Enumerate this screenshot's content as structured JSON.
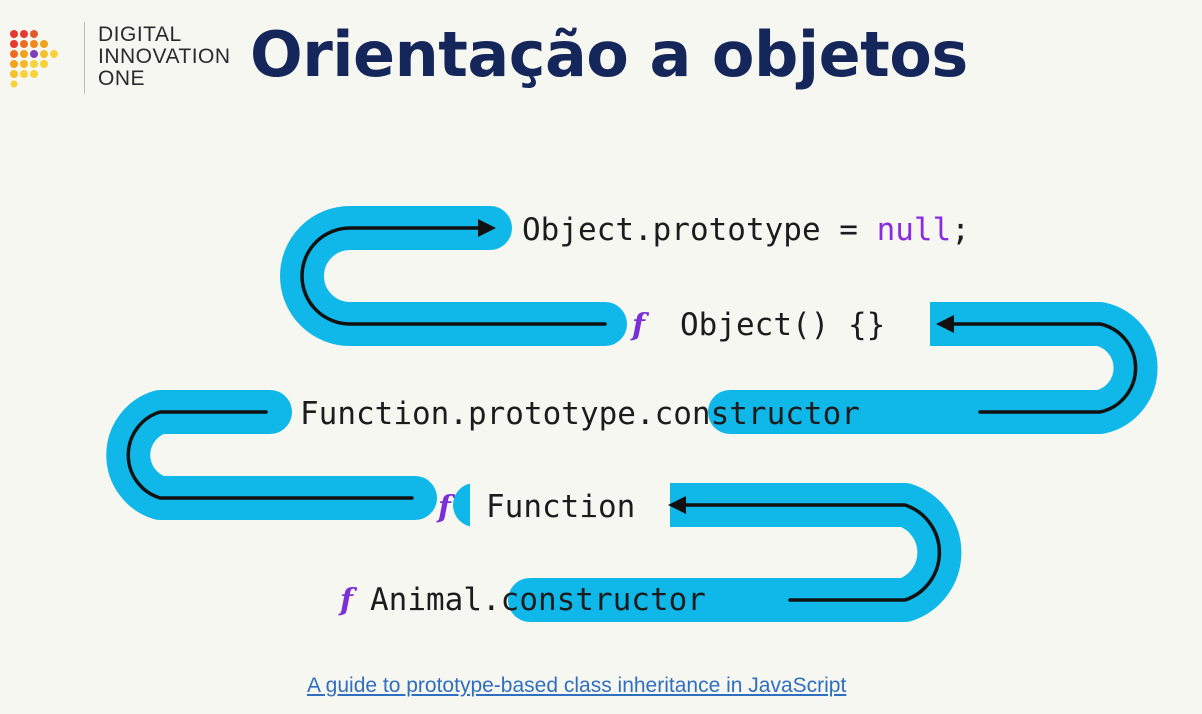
{
  "logo": {
    "line1": "DIGITAL",
    "line2": "INNOVATION",
    "line3": "ONE",
    "colors": [
      "#e6392f",
      "#f2a31b",
      "#7c3fb8",
      "#f7d23b"
    ]
  },
  "title": "Orientação a objetos",
  "diagram": {
    "accent_color": "#10b8ea",
    "line_color": "#111111",
    "rows": [
      {
        "prefix": "",
        "main": "Object.prototype = ",
        "keyword": "null",
        "suffix": ";"
      },
      {
        "prefix": "f",
        "main": "Object() {}"
      },
      {
        "prefix": "",
        "main": "Function.prototype.",
        "highlight": "constructor"
      },
      {
        "prefix": "f",
        "main": "Function"
      },
      {
        "prefix": "f",
        "main": "Animal.",
        "highlight": "constructor"
      }
    ]
  },
  "link_text": "A guide to prototype-based class inheritance in JavaScript"
}
